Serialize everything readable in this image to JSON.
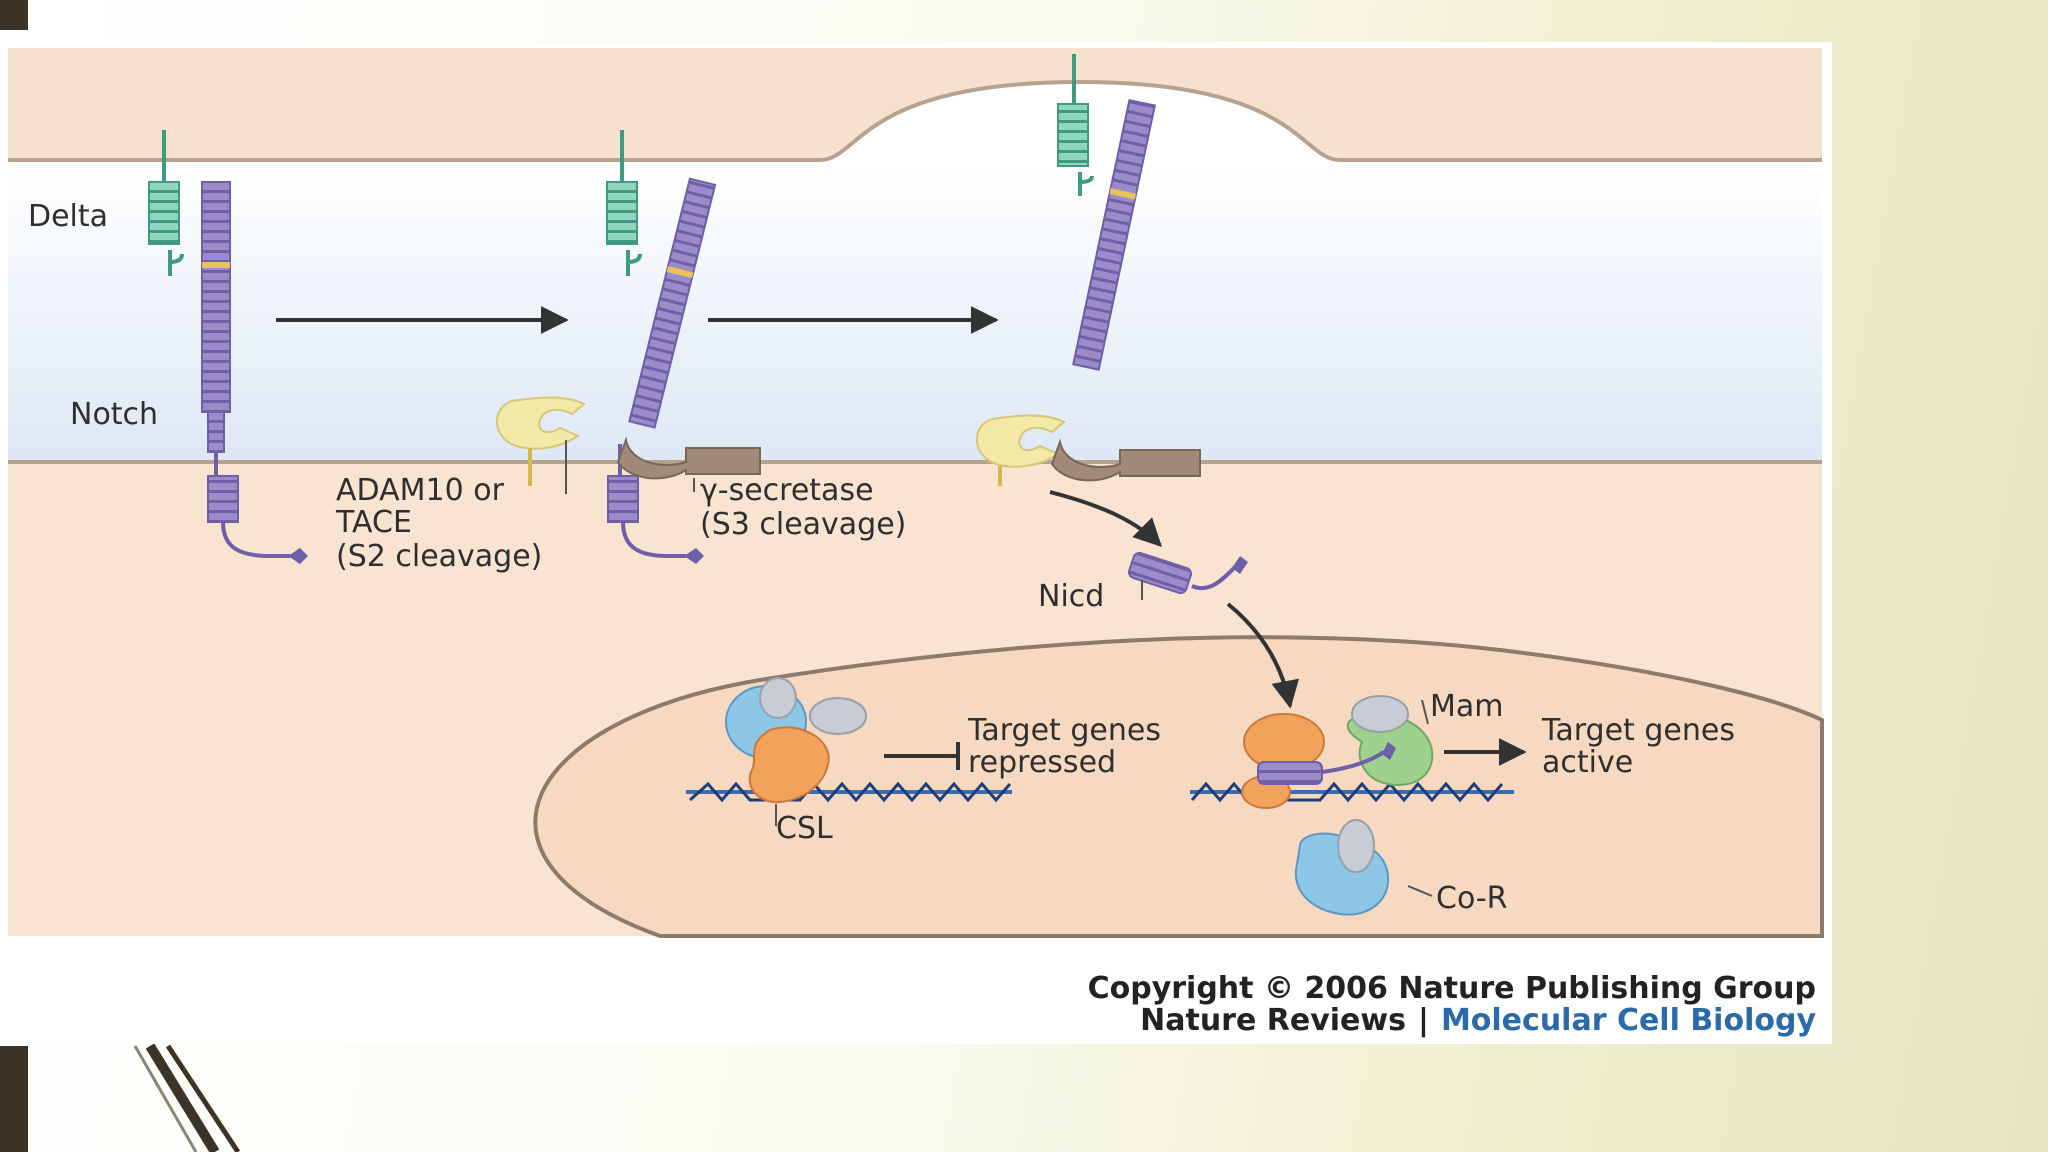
{
  "labels": {
    "delta": "Delta",
    "notch": "Notch",
    "adam_line1": "ADAM10 or",
    "adam_line2": "TACE",
    "adam_line3": "(S2 cleavage)",
    "gamma_line1": "γ-secretase",
    "gamma_line2": "(S3 cleavage)",
    "nicd": "Nicd",
    "csl": "CSL",
    "repressed_line1": "Target genes",
    "repressed_line2": "repressed",
    "mam": "Mam",
    "active_line1": "Target genes",
    "active_line2": "active",
    "cor": "Co-R"
  },
  "caption": {
    "copyright": "Copyright © 2006 Nature Publishing Group",
    "journal": "Nature Reviews",
    "separator": "|",
    "section": "Molecular Cell Biology"
  },
  "colors": {
    "slide_accent": "#3b3326",
    "notch": "#8e7fbf",
    "delta": "#5fb8a0",
    "adam": "#f3e9a8",
    "gamma": "#a08a78",
    "cell_top": "#f6e1cf",
    "cell_bottom": "#f9e3d1",
    "membrane_band": "#e6eef8",
    "csl": "#f2a25a",
    "corepressor": "#8ec6e8",
    "mam": "#9fd18e",
    "caption_blue": "#2a6aa8"
  }
}
